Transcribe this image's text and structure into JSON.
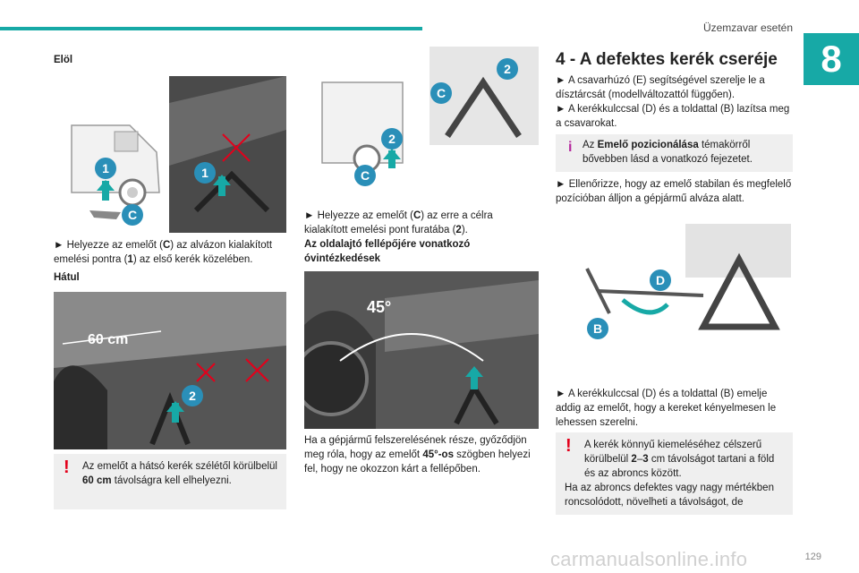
{
  "header": {
    "section_title": "Üzemzavar esetén",
    "chapter_number": "8"
  },
  "col1": {
    "front_heading": "Elöl",
    "front_text_pre": "► Helyezze az emelőt (",
    "front_text_c": "C",
    "front_text_mid": ") az alvázon kialakított emelési pontra (",
    "front_text_1": "1",
    "front_text_post": ") az első kerék közelében.",
    "rear_heading": "Hátul",
    "rear_dim_label": "60 cm",
    "warning": {
      "pre": "Az emelőt a hátsó kerék szélétől körülbelül ",
      "bold": "60 cm",
      "post": " távolságra kell elhelyezni."
    }
  },
  "col2": {
    "text_pre": "► Helyezze az emelőt (",
    "text_c": "C",
    "text_mid": ") az erre a célra kialakított emelési pont furatába (",
    "text_2": "2",
    "text_post": ").",
    "bold_heading": "Az oldalajtó fellépőjére vonatkozó óvintézkedések",
    "angle_label": "45°",
    "note_pre": "Ha a gépjármű felszerelésének része, győződjön meg róla, hogy az emelőt ",
    "note_bold": "45°-os",
    "note_post": " szögben helyezi fel, hogy ne okozzon kárt a fellépőben."
  },
  "col3": {
    "section_title": "4 - A defektes kerék cseréje",
    "p1": "► A csavarhúzó (E) segítségével szerelje le a dísztárcsát (modellváltozattól függően).",
    "p2": "► A kerékkulccsal (D) és a toldattal (B) lazítsa meg a csavarokat.",
    "info": {
      "pre": "Az ",
      "bold": "Emelő pozicionálása",
      "post": " témakörről bővebben lásd a vonatkozó fejezetet."
    },
    "p3": "► Ellenőrizze, hogy az emelő stabilan és megfelelő pozícióban álljon a gépjármű alváza alatt.",
    "p4": "► A kerékkulccsal (D) és a toldattal (B) emelje addig az emelőt, hogy a kereket kényelmesen le lehessen szerelni.",
    "warning": {
      "pre": "A kerék könnyű kiemeléséhez célszerű körülbelül ",
      "bold": "2",
      "mid": "–",
      "bold2": "3",
      "post": " cm távolságot tartani a föld és az abroncs között.",
      "line2": "Ha az abroncs defektes vagy nagy mértékben roncsolódott, növelheti a távolságot, de"
    }
  },
  "callouts": {
    "c": "C",
    "one": "1",
    "two": "2",
    "d": "D",
    "b": "B"
  },
  "footer": {
    "page_number": "129",
    "watermark": "carmanualsonline.info"
  },
  "colors": {
    "accent": "#17a9a6",
    "badge": "#2a8fb8",
    "warning": "#e3001b",
    "info": "#b5289d"
  }
}
